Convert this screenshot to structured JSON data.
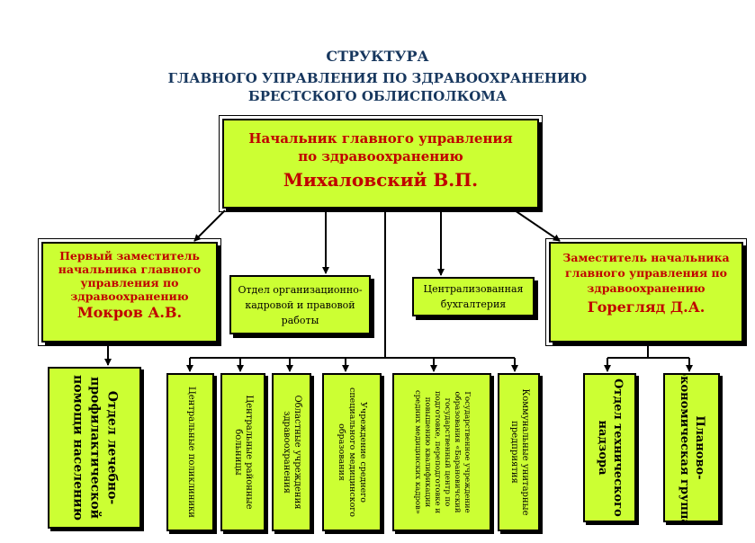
{
  "title": {
    "line1": "СТРУКТУРА",
    "line2": "ГЛАВНОГО УПРАВЛЕНИЯ ПО ЗДРАВООХРАНЕНИЮ",
    "line3": "БРЕСТСКОГО ОБЛИСПОЛКОМА"
  },
  "head": {
    "line1": "Начальник главного управления",
    "line2": "по здравоохранению",
    "name": "Михаловский В.П."
  },
  "first_deputy": {
    "line1": "Первый заместитель",
    "line2": "начальника главного",
    "line3": "управления по",
    "line4": "здравоохранению",
    "name": "Мокров А.В."
  },
  "deputy": {
    "line1": "Заместитель начальника",
    "line2": "главного управления по",
    "line3": "здравоохранению",
    "name": "Горегляд Д.А."
  },
  "org_dept": "Отдел организационно-\nкадровой и правовой\nработы",
  "accounting": "Централизованная\nбухгалтерия",
  "units": {
    "medical_prevention": "Отдел лечебно-\nпрофилактической\nпомощи населению",
    "central_polyclinics": "Центральные поликлиники",
    "district_hospitals": "Центральные районные\nбольницы",
    "regional_institutions": "Областные учреждения\nздравоохранения",
    "medical_education": "Учреждение среднего\nспециального медицинского\nобразования",
    "baranovichi_center": "Государственное учреждение\nобразования «Барановичский\nгосударственный центр по\nподготовке, переподготовке и\nповышению квалификации\nсредних медицинских кадров»",
    "unitary_enterprises": "Коммунальные унитарные\nпредприятия",
    "tech_supervision": "Отдел технического\nнадзора",
    "planning_economic": "Планово-\nэкономическая группа"
  }
}
